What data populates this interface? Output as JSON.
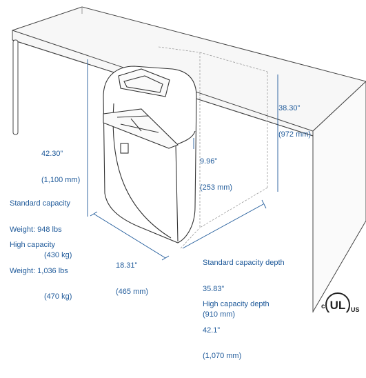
{
  "height_cabinet": {
    "imperial": "42.30”",
    "metric": "(1,100 mm)"
  },
  "height_counter": {
    "imperial": "38.30”",
    "metric": "(972 mm)"
  },
  "clearance": {
    "imperial": "9.96”",
    "metric": "(253 mm)"
  },
  "width": {
    "imperial": "18.31”",
    "metric": "(465 mm)"
  },
  "standard_capacity": {
    "title": "Standard capacity",
    "weight": "Weight: 948 lbs",
    "weight_metric": "(430 kg)"
  },
  "high_capacity": {
    "title": "High capacity",
    "weight": "Weight: 1,036 lbs",
    "weight_metric": "(470 kg)"
  },
  "standard_depth": {
    "title": "Standard capacity depth",
    "imperial": "35.83”",
    "metric": "(910 mm)"
  },
  "high_depth": {
    "title": "High capacity depth",
    "imperial": "42.1”",
    "metric": "(1,070 mm)"
  },
  "certification_mark": {
    "text": "UL",
    "prefix": "c",
    "suffix": "US"
  },
  "colors": {
    "dimension_blue": "#1f5a9a",
    "outline": "#333333",
    "guide": "#9a9a9a"
  }
}
